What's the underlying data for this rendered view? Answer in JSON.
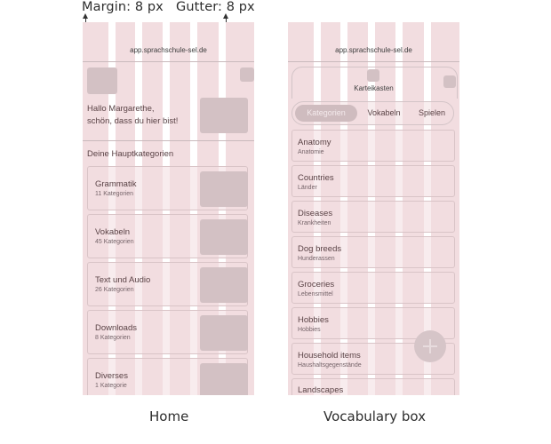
{
  "annotations": {
    "margin": "Margin: 8 px",
    "gutter": "Gutter: 8 px"
  },
  "captions": {
    "home": "Home",
    "vocab": "Vocabulary box"
  },
  "home": {
    "url": "app.sprachschule-sel.de",
    "greeting": "Hallo Margarethe,\nschön, dass du hier bist!",
    "section_title": "Deine Hauptkategorien",
    "categories": [
      {
        "title": "Grammatik",
        "sub": "11 Kategorien"
      },
      {
        "title": "Vokabeln",
        "sub": "45 Kategorien"
      },
      {
        "title": "Text und Audio",
        "sub": "26 Kategorien"
      },
      {
        "title": "Downloads",
        "sub": "8 Kategorien"
      },
      {
        "title": "Diverses",
        "sub": "1 Kategorie"
      }
    ]
  },
  "vocab": {
    "url": "app.sprachschule-sel.de",
    "title": "Karteikasten",
    "tabs": [
      "Kategorien",
      "Vokabeln",
      "Spielen"
    ],
    "active_tab": "Kategorien",
    "items": [
      {
        "title": "Anatomy",
        "sub": "Anatomie"
      },
      {
        "title": "Countries",
        "sub": "Länder"
      },
      {
        "title": "Diseases",
        "sub": "Krankheiten"
      },
      {
        "title": "Dog breeds",
        "sub": "Hunderassen"
      },
      {
        "title": "Groceries",
        "sub": "Lebensmittel"
      },
      {
        "title": "Hobbies",
        "sub": "Hobbies"
      },
      {
        "title": "Household items",
        "sub": "Haushaltsgegenstände"
      },
      {
        "title": "Landscapes",
        "sub": ""
      }
    ],
    "fab_icon": "plus-icon"
  },
  "colors": {
    "grid_column": "#f2dde0",
    "placeholder": "#d3c1c4",
    "text": "#5a4346"
  }
}
